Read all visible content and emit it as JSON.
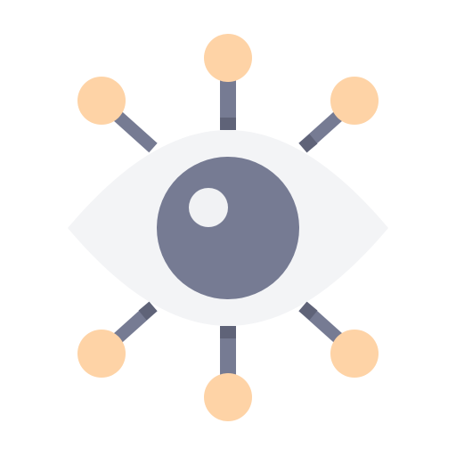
{
  "icon": {
    "name": "vision-network-eye-icon",
    "colors": {
      "background": "#ffffff",
      "eye_white": "#f3f4f6",
      "iris": "#767b93",
      "pupil_highlight": "#f1f2f4",
      "connector": "#767b93",
      "connector_shadow": "#5f6378",
      "node": "#fed3a6"
    },
    "nodes": [
      {
        "name": "top-node"
      },
      {
        "name": "top-left-node"
      },
      {
        "name": "top-right-node"
      },
      {
        "name": "bottom-left-node"
      },
      {
        "name": "bottom-right-node"
      },
      {
        "name": "bottom-node"
      }
    ]
  }
}
